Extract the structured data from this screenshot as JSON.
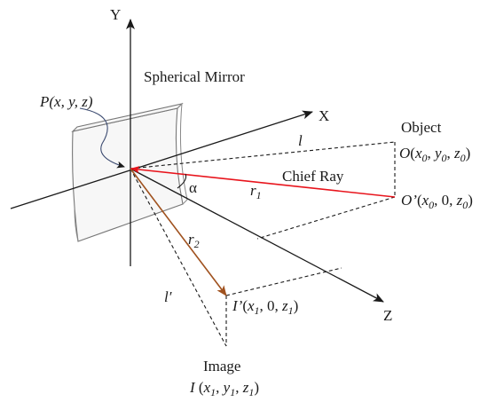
{
  "diagram": {
    "axes": {
      "x_label": "X",
      "y_label": "Y",
      "z_label": "Z"
    },
    "mirror_label": "Spherical Mirror",
    "point_p": {
      "name": "P",
      "coords": "(x, y, z)"
    },
    "object_label": "Object",
    "object_point": {
      "name": "O",
      "open": "(",
      "x": "x",
      "x_sub": "0",
      "sep1": ", ",
      "y": "y",
      "y_sub": "0",
      "sep2": ", ",
      "z": "z",
      "z_sub": "0",
      "close": ")"
    },
    "object_projection": {
      "name": "O’",
      "open": "(",
      "x": "x",
      "x_sub": "0",
      "mid": ", 0, ",
      "z": "z",
      "z_sub": "0",
      "close": ")"
    },
    "image_projection": {
      "name": "I’",
      "open": "(",
      "x": "x",
      "x_sub": "1",
      "mid": ", 0, ",
      "z": "z",
      "z_sub": "1",
      "close": ")"
    },
    "image_label": "Image",
    "image_point": {
      "name": "I",
      "open": " (",
      "x": "x",
      "x_sub": "1",
      "sep1": ", ",
      "y": "y",
      "y_sub": "1",
      "sep2": ", ",
      "z": "z",
      "z_sub": "1",
      "close": ")"
    },
    "chief_ray_label": "Chief Ray",
    "r1": {
      "name": "r",
      "sub": "1"
    },
    "r2": {
      "name": "r",
      "sub": "2"
    },
    "l_label": "l",
    "l_prime_label": "l′",
    "alpha_label": "α",
    "colors": {
      "chief_ray": "#e8141c",
      "r2_ray": "#a0521f",
      "lines": "#1a1a1a"
    }
  }
}
